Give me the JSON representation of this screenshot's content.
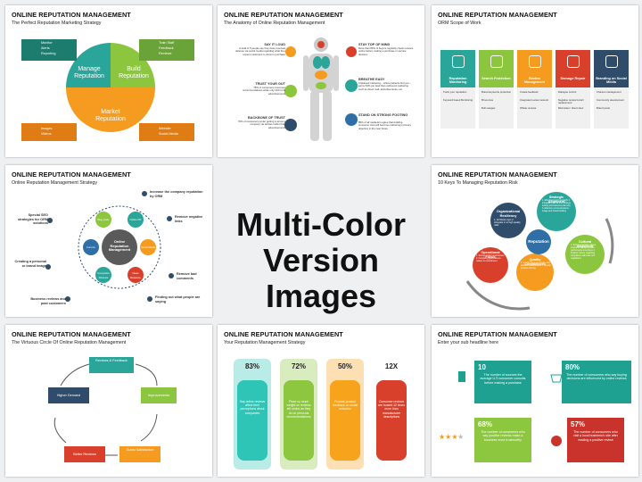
{
  "header_title": "ONLINE REPUTATION MANAGEMENT",
  "center": {
    "line1": "Multi-Color",
    "line2": "Version Images"
  },
  "slide1": {
    "subtitle": "The Perfect Reputation Marketing Strategy",
    "tl_items": [
      "Monitor",
      "Alerts",
      "Reporting"
    ],
    "tr_items": [
      "Train Staff",
      "Feedback",
      "Reviews"
    ],
    "bl_items": [
      "Images",
      "Videos"
    ],
    "br_items": [
      "Website",
      "Social Media"
    ],
    "pie_manage": "Manage Reputation",
    "pie_build": "Build Reputation",
    "pie_market": "Market Reputation"
  },
  "slide2": {
    "subtitle": "The Anatomy of Online Reputation Management",
    "items": [
      {
        "title": "SAY IT LOUD",
        "text": "A total of 5 people say they have received defense via social media regarding what they expect customers to show in purchase"
      },
      {
        "title": "TRUST YOUR GUT",
        "text": "78% of consumers trust peer recommendations while only 14% trust advertisements"
      },
      {
        "title": "BACKBONE OF TRUST",
        "text": "70% of consumers prefer getting to know a company via articles rather than advertisements"
      },
      {
        "title": "STAY TOP OF MIND",
        "text": "More than 80% of buyers regularly check reviews online before making a purchase or service decision"
      },
      {
        "title": "BREATHE EASY",
        "text": "Unbiased marketing – where patients find you – earns 54% per lead than outbound marketing such as direct mail, advertisements, etc."
      },
      {
        "title": "STAND ON STRONG FOOTING",
        "text": "85% of all marketers agree that building consumer trust will become marketing's primary objective in the near future"
      }
    ]
  },
  "slide3": {
    "subtitle": "ORM Scope of Work",
    "columns": [
      {
        "title": "Reputation Monitoring",
        "items": [
          "Track your reputation",
          "Keyword based Monitoring"
        ],
        "color": "#2aa59a"
      },
      {
        "title": "Search Protection",
        "items": [
          "Brand keywords protection",
          "Bl sources",
          "Bull outages"
        ],
        "color": "#8cc63f"
      },
      {
        "title": "Review Management",
        "items": [
          "Create feedback",
          "Integrated review network",
          "Offsite reviews"
        ],
        "color": "#f59b1f"
      },
      {
        "title": "Damage Repair",
        "items": [
          "Dialogue control",
          "Negative review burial / replacement",
          "Microsites / direct sites"
        ],
        "color": "#d9402b"
      },
      {
        "title": "Branding on Social Media",
        "items": [
          "Channel management",
          "Community development",
          "Brand posts"
        ],
        "color": "#2f4d6b"
      }
    ]
  },
  "slide4": {
    "subtitle": "Online Reputation Management Strategy",
    "center": "Online Reputation Management",
    "nodes": [
      "Blog posts",
      "Online PR",
      "Forums",
      "Social Media",
      "Competitor Reviews",
      "News Releases"
    ],
    "callouts": [
      {
        "title": "Increase the company reputation by ORM",
        "side": "tr"
      },
      {
        "title": "Remove negative links",
        "side": "r"
      },
      {
        "title": "Remove bad comments",
        "side": "r2"
      },
      {
        "title": "Finding out what people are saying",
        "side": "br"
      },
      {
        "title": "Special SEO strategies for ORM solutions",
        "side": "l"
      },
      {
        "title": "Creating a personal or brand image",
        "side": "l2"
      },
      {
        "title": "Business reviews and past customers",
        "side": "bl"
      }
    ]
  },
  "slide6": {
    "subtitle": "10 Keys To Managing Reputation Risk",
    "center": "Reputation",
    "gears": [
      {
        "title": "Organizational Resiliency",
        "text": "1. All Works reps 2. Integrate in to high quality risks"
      },
      {
        "title": "Strategic Alignment",
        "text": "1. Effective board oversight 2. Integration of risk into strategy setting and business planning 3. Effective communications, image and brand building"
      },
      {
        "title": "Cultural Alignment",
        "text": "1. Strong corporate values, supported by appropriate performance incentives 2. Positive culture regarding compliance with laws and regulations"
      },
      {
        "title": "Quality Commitment",
        "text": "1. Priority focus on service and satisfied stakeholders 2. Quality product offering"
      },
      {
        "title": "Operational Focus",
        "text": "1. Strong control environment 2. Company gpu/business relates to commitment"
      }
    ]
  },
  "slide7": {
    "subtitle": "The Virtuous Circle Of Online Reputation Management",
    "nodes": [
      "Reviews & Feedback",
      "Improvements",
      "Guest Satisfaction",
      "Better Reviews",
      "Higher Demand"
    ]
  },
  "slide8": {
    "subtitle": "Your Reputation Management Strategy",
    "columns": [
      {
        "value": "83%",
        "text": "Say online reviews affect their perceptions about companies",
        "color": "#2ec4b6"
      },
      {
        "value": "72%",
        "text": "Place so much weight on reviews left online as they do on personal recommendations",
        "color": "#8dc63f"
      },
      {
        "value": "50%",
        "text": "Provide product feedback on social networks",
        "color": "#f7a31c"
      },
      {
        "value": "12X",
        "text": "Consumer reviews are trusted 12 times more than manufacturer descriptions",
        "color": "#d9402b"
      }
    ]
  },
  "slide9": {
    "subtitle": "Enter your sub headline here",
    "cards": [
      {
        "value": "10",
        "text": "The number of sources the average U.S consumer consults before making a purchase",
        "color": "#1fa191"
      },
      {
        "value": "80%",
        "text": "The number of consumers who say buying decisions are influenced by online reviews",
        "color": "#1fa191"
      },
      {
        "value": "68%",
        "text": "The number of consumers who say positive reviews make a business more trustworthy",
        "color": "#8dc63f"
      },
      {
        "value": "57%",
        "text": "The number of consumers who visit a local business's site after reading a positive review",
        "color": "#c9332b"
      }
    ]
  }
}
